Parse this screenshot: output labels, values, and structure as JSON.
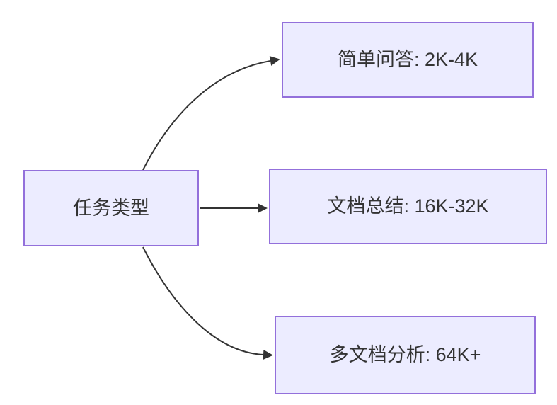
{
  "diagram": {
    "type": "flowchart",
    "direction": "left-to-right",
    "colors": {
      "background": "#ffffff",
      "node_fill": "#ECECFF",
      "node_border": "#9370DB",
      "edge": "#333333",
      "text": "#333333"
    },
    "root": {
      "label": "任务类型"
    },
    "children": [
      {
        "label": "简单问答: 2K-4K"
      },
      {
        "label": "文档总结: 16K-32K"
      },
      {
        "label": "多文档分析: 64K+"
      }
    ],
    "edges": [
      {
        "from": "任务类型",
        "to": "简单问答: 2K-4K",
        "style": "curved-arrow"
      },
      {
        "from": "任务类型",
        "to": "文档总结: 16K-32K",
        "style": "straight-arrow"
      },
      {
        "from": "任务类型",
        "to": "多文档分析: 64K+",
        "style": "curved-arrow"
      }
    ]
  }
}
